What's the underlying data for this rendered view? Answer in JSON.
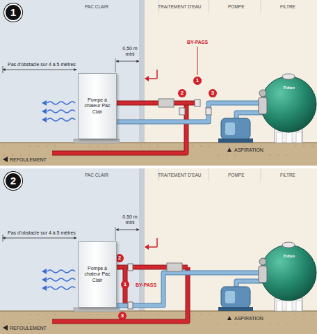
{
  "diagram": {
    "nodes": [
      {
        "text": [
          "1"
        ]
      },
      {
        "text": [
          "Pompe à chaleur Pac Clair"
        ],
        "in": 0
      },
      {
        "text": [
          "2"
        ]
      },
      {
        "text": [
          "Pompe à chaleur Pac Clair"
        ],
        "in": 2
      }
    ],
    "labels": [
      "PAC CLAIR",
      "TRAITEMENT D'EAU",
      "POMPE",
      "FILTRE",
      "0,50 m mini",
      "Pas d'obstacle sur 4 à 5 mètres",
      "BY-PASS",
      "1",
      "2",
      "3",
      "REFOULEMENT",
      "ASPIRATION",
      "Triton",
      "PAC CLAIR",
      "TRAITEMENT D'EAU",
      "POMPE",
      "FILTRE",
      "0,50 m mini",
      "Pas d'obstacle sur 4 à 5 mètres",
      "BY-PASS",
      "1",
      "2",
      "3",
      "REFOULEMENT",
      "ASPIRATION",
      "Triton"
    ]
  }
}
